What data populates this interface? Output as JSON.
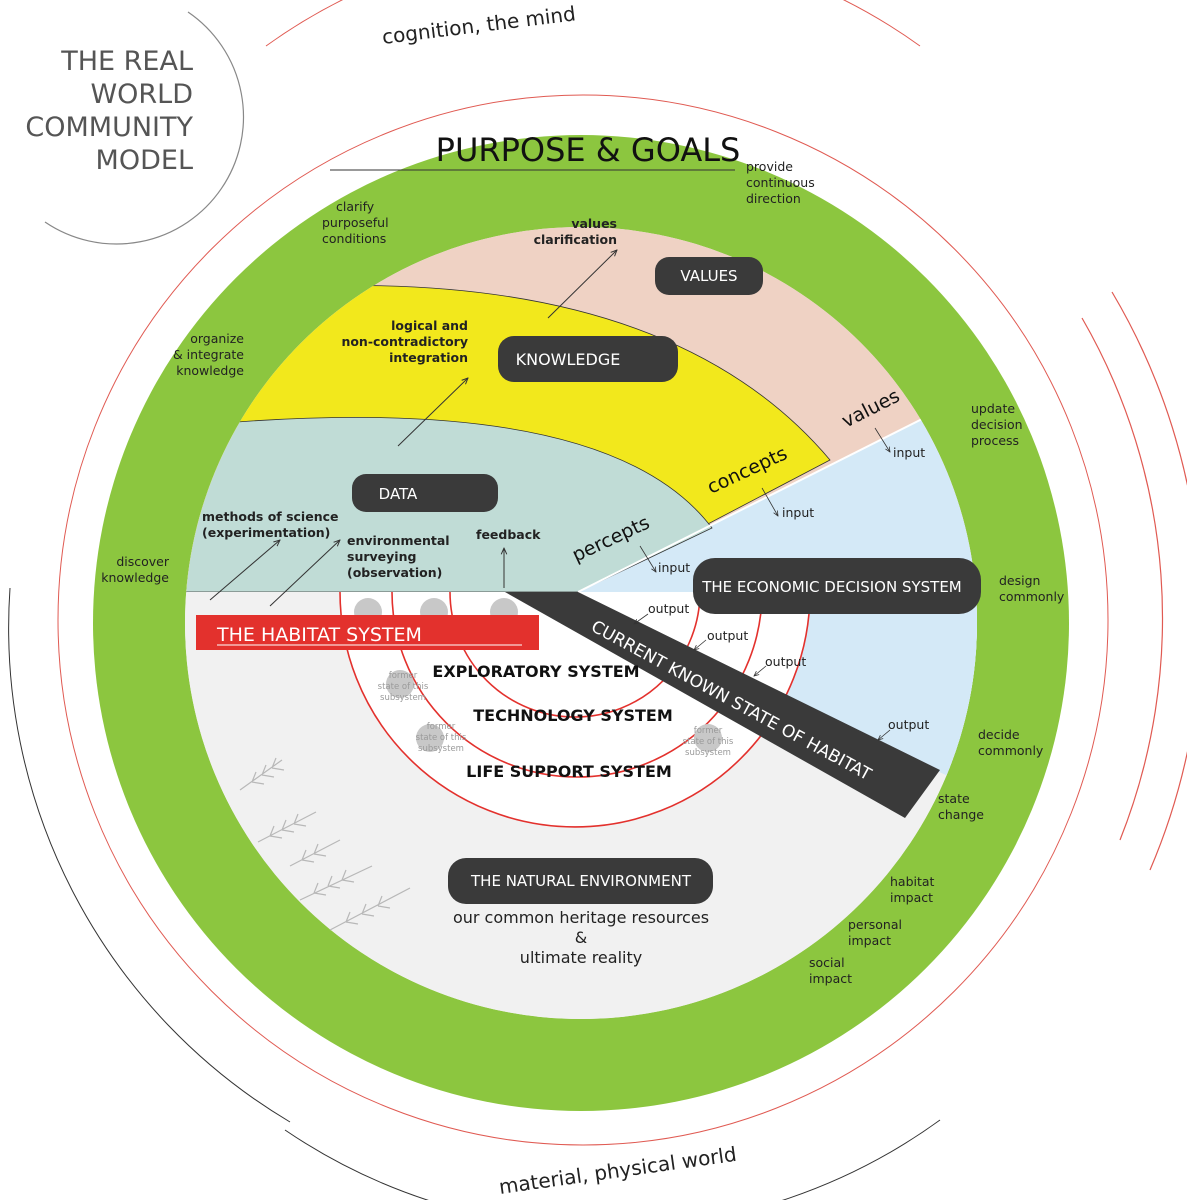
{
  "title": {
    "line1": "THE REAL",
    "line2": "WORLD",
    "line3": "COMMUNITY",
    "line4": "MODEL"
  },
  "outer": {
    "top": "cognition, the mind",
    "bottom": "material, physical world"
  },
  "ring": {
    "heading": "PURPOSE & GOALS",
    "provide": [
      "provide",
      "continuous",
      "direction"
    ],
    "clarify": [
      "clarify",
      "purposeful",
      "conditions"
    ],
    "organize": [
      "organize",
      "& integrate",
      "knowledge"
    ],
    "discover": [
      "discover",
      "knowledge"
    ],
    "update": [
      "update",
      "decision",
      "process"
    ],
    "design": [
      "design",
      "commonly"
    ],
    "decide": [
      "decide",
      "commonly"
    ],
    "state_change": [
      "state",
      "change"
    ],
    "habitat_impact": [
      "habitat",
      "impact"
    ],
    "personal_impact": [
      "personal",
      "impact"
    ],
    "social_impact": [
      "social",
      "impact"
    ]
  },
  "labels": {
    "values_box": "VALUES",
    "knowledge_box": "KNOWLEDGE",
    "data_box": "DATA",
    "economic_box": "THE ECONOMIC DECISION SYSTEM",
    "habitat_system": "THE HABITAT SYSTEM",
    "natural_env_box": "THE NATURAL ENVIRONMENT",
    "natural_env_sub": [
      "our common heritage resources",
      "&",
      "ultimate reality"
    ],
    "current_state": "CURRENT KNOWN STATE OF HABITAT",
    "values_clarification": [
      "values",
      "clarification"
    ],
    "logical": [
      "logical and",
      "non-contradictory",
      "integration"
    ],
    "methods": [
      "methods of science",
      "(experimentation)"
    ],
    "environmental": [
      "environmental",
      "surveying",
      "(observation)"
    ],
    "feedback": "feedback",
    "percepts": "percepts",
    "concepts": "concepts",
    "values_curve": "values",
    "input": "input",
    "output": "output",
    "exploratory": "EXPLORATORY SYSTEM",
    "technology": "TECHNOLOGY SYSTEM",
    "life_support": "LIFE SUPPORT SYSTEM",
    "former": [
      "former",
      "state of this",
      "subsystem"
    ]
  },
  "colors": {
    "green_ring": "#8cc63f",
    "values_band": "#efd2c4",
    "knowledge_band": "#f2e81c",
    "data_band": "#c0dcd6",
    "economic_band": "#d4e9f7",
    "habitat_area": "#f1f1f1",
    "dark_box": "#3a3a3a",
    "red_accent": "#e3312d",
    "thin_red": "#e05a52"
  }
}
